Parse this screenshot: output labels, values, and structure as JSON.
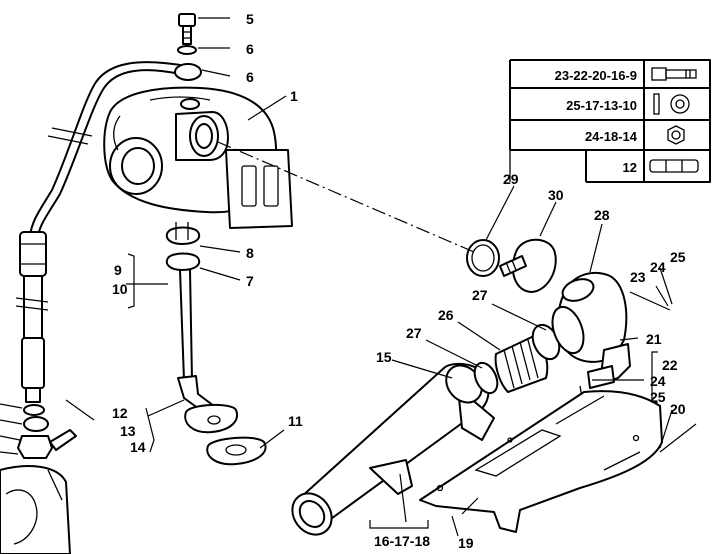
{
  "callouts": {
    "c1": "1",
    "c5": "5",
    "c6a": "6",
    "c6b": "6",
    "c7": "7",
    "c8": "8",
    "c9": "9",
    "c10": "10",
    "c11": "11",
    "c12": "12",
    "c13": "13",
    "c14": "14",
    "c15": "15",
    "c16_17_18": "16-17-18",
    "c19": "19",
    "c20": "20",
    "c21": "21",
    "c22": "22",
    "c23": "23",
    "c24a": "24",
    "c24b": "24",
    "c25a": "25",
    "c25b": "25",
    "c26": "26",
    "c27a": "27",
    "c27b": "27",
    "c28": "28",
    "c29": "29",
    "c30": "30"
  },
  "legend": {
    "rows": [
      {
        "codes": "23-22-20-16-9",
        "icon": "bolt-icon"
      },
      {
        "codes": "25-17-13-10",
        "icon": "washer-icon"
      },
      {
        "codes": "24-18-14",
        "icon": "nut-icon"
      },
      {
        "codes": "12",
        "icon": "stud-icon"
      }
    ]
  }
}
